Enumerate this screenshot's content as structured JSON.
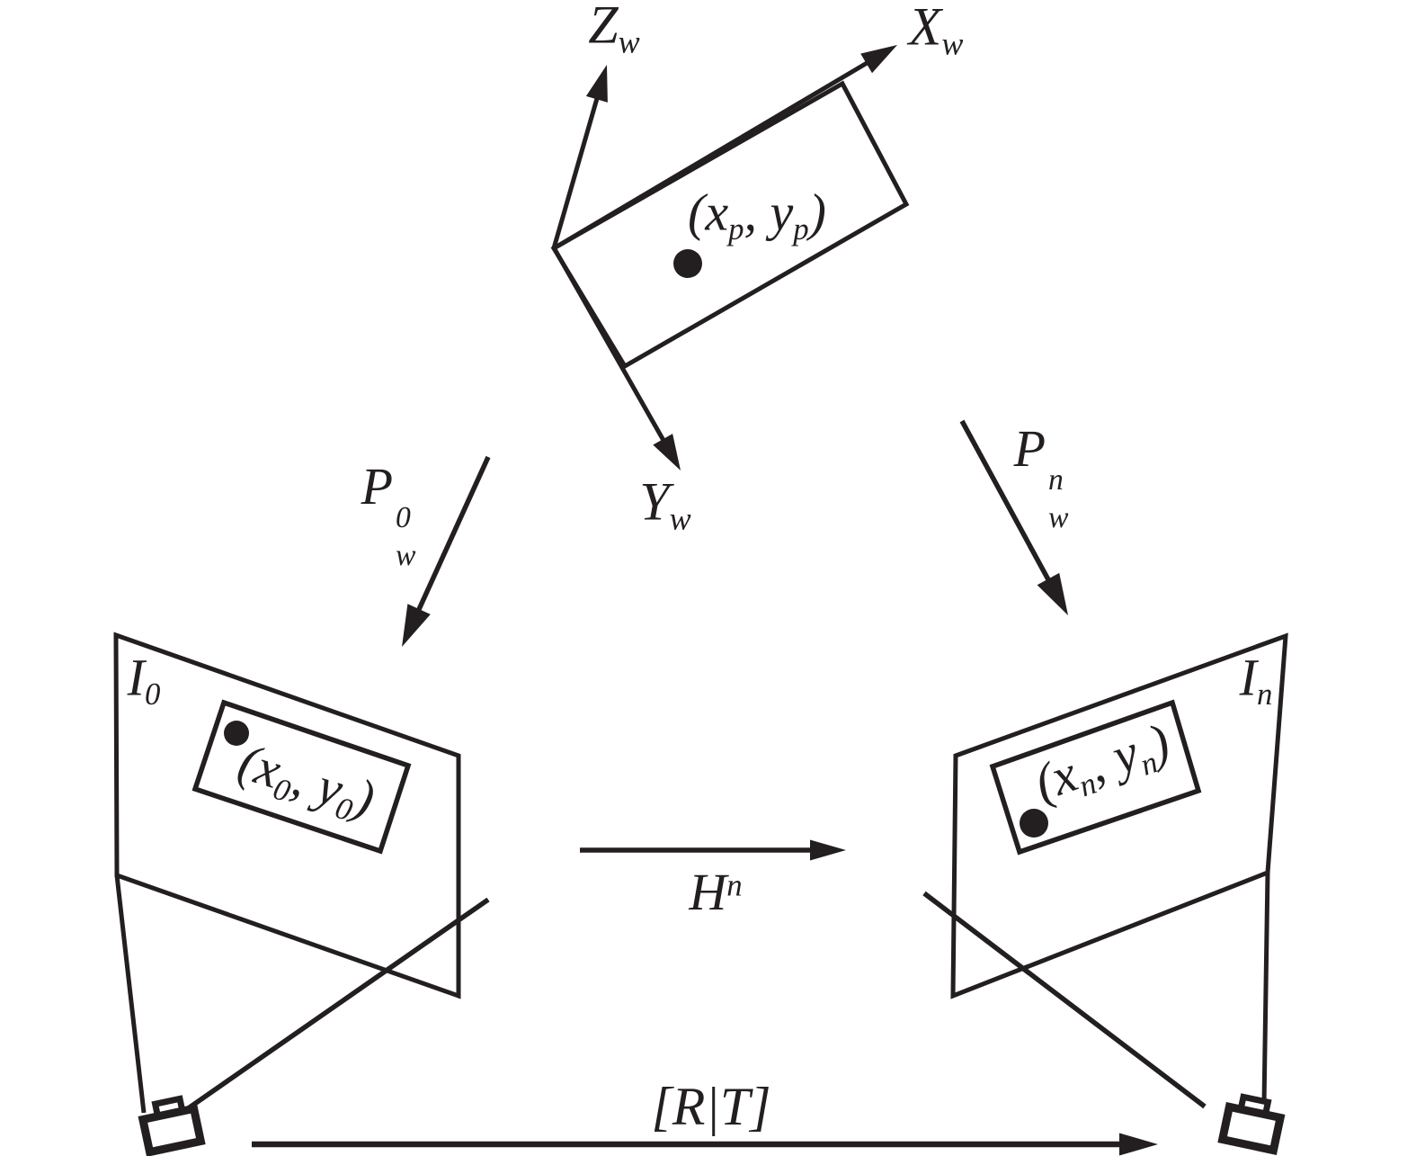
{
  "colors": {
    "ink": "#231f20",
    "background": "#ffffff"
  },
  "labels": {
    "axis_z": {
      "segments": [
        {
          "text": "Z"
        },
        {
          "text": "w",
          "script": "sub"
        }
      ]
    },
    "axis_x": {
      "segments": [
        {
          "text": "X"
        },
        {
          "text": "w",
          "script": "sub"
        }
      ]
    },
    "axis_y": {
      "segments": [
        {
          "text": "Y"
        },
        {
          "text": "w",
          "script": "sub"
        }
      ]
    },
    "world_point": {
      "segments": [
        {
          "text": "(x"
        },
        {
          "text": "p",
          "script": "sub"
        },
        {
          "text": ", y"
        },
        {
          "text": "p",
          "script": "sub"
        },
        {
          "text": ")"
        }
      ]
    },
    "projection_left": {
      "segments": [
        {
          "text": "P"
        },
        {
          "stack": {
            "sup": "0",
            "sub": "w"
          }
        }
      ]
    },
    "projection_right": {
      "segments": [
        {
          "text": "P"
        },
        {
          "stack": {
            "sup": "n",
            "sub": "w"
          }
        }
      ]
    },
    "image_left_name": {
      "segments": [
        {
          "text": "I"
        },
        {
          "text": "0",
          "script": "sub"
        }
      ]
    },
    "image_right_name": {
      "segments": [
        {
          "text": "I"
        },
        {
          "text": "n",
          "script": "sub"
        }
      ]
    },
    "image_left_point": {
      "segments": [
        {
          "text": "(x"
        },
        {
          "text": "0",
          "script": "sub"
        },
        {
          "text": ", y"
        },
        {
          "text": "0",
          "script": "sub"
        },
        {
          "text": ")"
        }
      ]
    },
    "image_right_point": {
      "segments": [
        {
          "text": "(x"
        },
        {
          "text": "n",
          "script": "sub"
        },
        {
          "text": ", y"
        },
        {
          "text": "n",
          "script": "sub"
        },
        {
          "text": ")"
        }
      ]
    },
    "homography": {
      "segments": [
        {
          "text": "H"
        },
        {
          "text": "n",
          "script": "sup"
        }
      ]
    },
    "extrinsics": {
      "segments": [
        {
          "text": "[R|T]"
        }
      ]
    }
  },
  "icons": {
    "camera_left": "camera-icon",
    "camera_right": "camera-icon"
  }
}
